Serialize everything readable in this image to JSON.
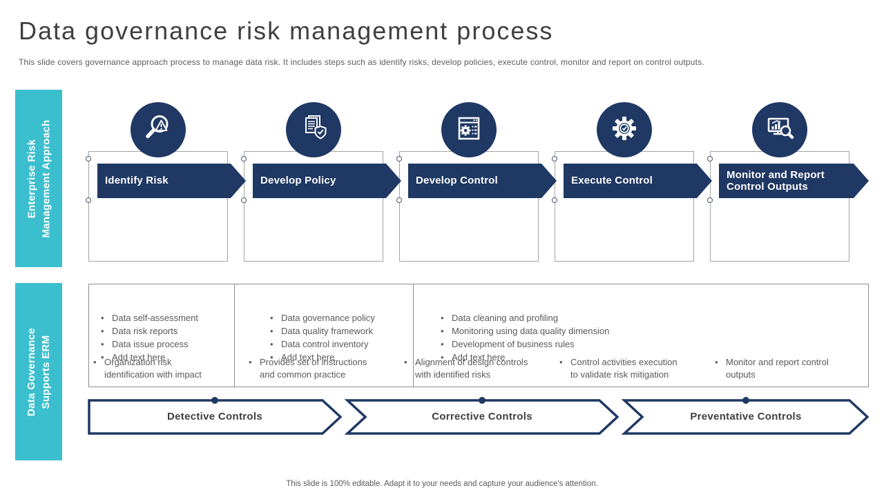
{
  "slide": {
    "title": "Data governance risk management process",
    "subtitle": "This slide covers governance approach process to manage data risk. It includes steps such as identify risks, develop policies, execute control, monitor and report on control outputs.",
    "footer": "This slide is 100% editable. Adapt it to your needs and capture your audience's attention."
  },
  "colors": {
    "navy": "#1F3864",
    "teal": "#3BBFCE",
    "body_text": "#595959",
    "box_border": "#a3a3a3"
  },
  "sections": {
    "top": {
      "sidebar_line1": "Enterprise Risk",
      "sidebar_line2": "Management Approach",
      "steps": [
        {
          "title": "Identify Risk",
          "icon": "magnifier-alert-icon",
          "bullets": [
            "Organization risk identification with impact"
          ]
        },
        {
          "title": "Develop Policy",
          "icon": "document-shield-icon",
          "bullets": [
            "Provides set of instructions and common practice"
          ]
        },
        {
          "title": "Develop Control",
          "icon": "window-gear-icon",
          "bullets": [
            "Alignment of design controls with identified risks"
          ]
        },
        {
          "title": "Execute Control",
          "icon": "gear-check-icon",
          "bullets": [
            "Control activities execution to validate risk mitigation"
          ]
        },
        {
          "title": "Monitor and Report Control Outputs",
          "icon": "monitor-magnifier-icon",
          "bullets": [
            "Monitor and report control outputs"
          ]
        }
      ]
    },
    "bottom": {
      "sidebar_line1": "Data Governance",
      "sidebar_line2": "Supports ERM",
      "columns": [
        {
          "bullets": [
            "Data self-assessment",
            "Data risk reports",
            "Data issue process",
            "Add text here"
          ]
        },
        {
          "bullets": [
            "Data governance policy",
            "Data quality framework",
            "Data control inventory",
            "Add text here"
          ]
        },
        {
          "bullets": [
            "Data cleaning and profiling",
            "Monitoring using data quality dimension",
            "Development of business rules",
            "Add text here"
          ]
        }
      ],
      "arrows": [
        {
          "label": "Detective Controls"
        },
        {
          "label": "Corrective Controls"
        },
        {
          "label": "Preventative Controls"
        }
      ]
    }
  }
}
